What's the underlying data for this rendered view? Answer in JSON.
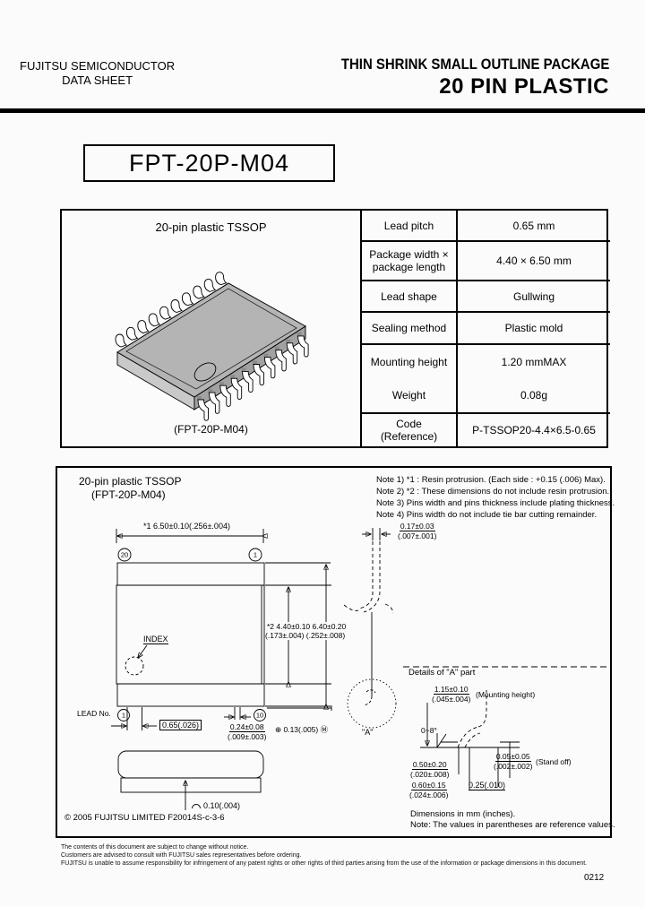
{
  "page": {
    "page_number": "0212"
  },
  "header": {
    "company_line1": "FUJITSU SEMICONDUCTOR",
    "company_line2": "DATA SHEET",
    "title_line1": "THIN SHRINK SMALL OUTLINE PACKAGE",
    "title_line2": "20 PIN PLASTIC"
  },
  "part_number": "FPT-20P-M04",
  "overview": {
    "drawing_title": "20-pin plastic TSSOP",
    "drawing_caption": "(FPT-20P-M04)",
    "table": {
      "rows": [
        {
          "label": "Lead pitch",
          "value": "0.65 mm"
        },
        {
          "label": "Package width ×\npackage length",
          "value": "4.40 × 6.50 mm"
        },
        {
          "label": "Lead shape",
          "value": "Gullwing"
        },
        {
          "label": "Sealing method",
          "value": "Plastic mold"
        },
        {
          "label": "Mounting height",
          "value": "1.20 mmMAX"
        },
        {
          "label": "Weight",
          "value": "0.08g"
        },
        {
          "label": "Code\n(Reference)",
          "value": "P-TSSOP20-4.4×6.5-0.65"
        }
      ]
    }
  },
  "dimension_sheet": {
    "title": "20-pin plastic TSSOP",
    "subtitle": "(FPT-20P-M04)",
    "notes": [
      "Note 1) *1 : Resin protrusion. (Each side : +0.15 (.006) Max).",
      "Note 2) *2 : These dimensions do not include resin protrusion.",
      "Note 3) Pins width and pins thickness include plating thickness.",
      "Note 4) Pins width do not include tie bar cutting remainder."
    ],
    "dims": {
      "overall_length": "*1 6.50±0.10(.256±.004)",
      "pin20": "20",
      "pin1": "1",
      "index_label": "INDEX",
      "body_width": "*2 4.40±0.10   6.40±0.20",
      "body_width_in": "(.173±.004) (.252±.008)",
      "lead_no": "LEAD No.",
      "lead_no_start": "1",
      "lead_no_end": "10",
      "lead_pitch": "0.65(.026)",
      "lead_width": "0.24±0.08",
      "lead_width_in": "(.009±.003)",
      "true_position": "⊕ 0.13(.005) Ⓜ",
      "flatness": "0.10(.004)",
      "lead_thickness": "0.17±0.03",
      "lead_thickness_in": "(.007±.001)",
      "detail_a_callout": "\"A\"",
      "detail_title": "Details of \"A\" part",
      "mounting_height": "1.15±0.10",
      "mounting_height_in": "(.045±.004)",
      "mounting_height_label": "(Mounting height)",
      "lead_angle": "0~8°",
      "dim_050": "0.50±0.20",
      "dim_050_in": "(.020±.008)",
      "dim_060": "0.60±0.15",
      "dim_060_in": "(.024±.006)",
      "standoff": "0.05±0.05",
      "standoff_in": "(.002±.002)",
      "standoff_label": "(Stand off)",
      "gauge_plane": "0.25(.010)"
    },
    "units_note": "Dimensions in mm (inches).",
    "ref_note": "Note: The values in parentheses are reference values.",
    "copyright": "© 2005 FUJITSU LIMITED F20014S-c-3-6"
  },
  "footer": {
    "disclaimer_1": "The contents of this document are subject to change without notice.",
    "disclaimer_2": "Customers are advised to consult with FUJITSU sales representatives before ordering.",
    "disclaimer_3": "FUJITSU is unable to assume responsibility for infringement of any patent rights or other rights of third parties arising from the use of the information or package dimensions in this document."
  }
}
